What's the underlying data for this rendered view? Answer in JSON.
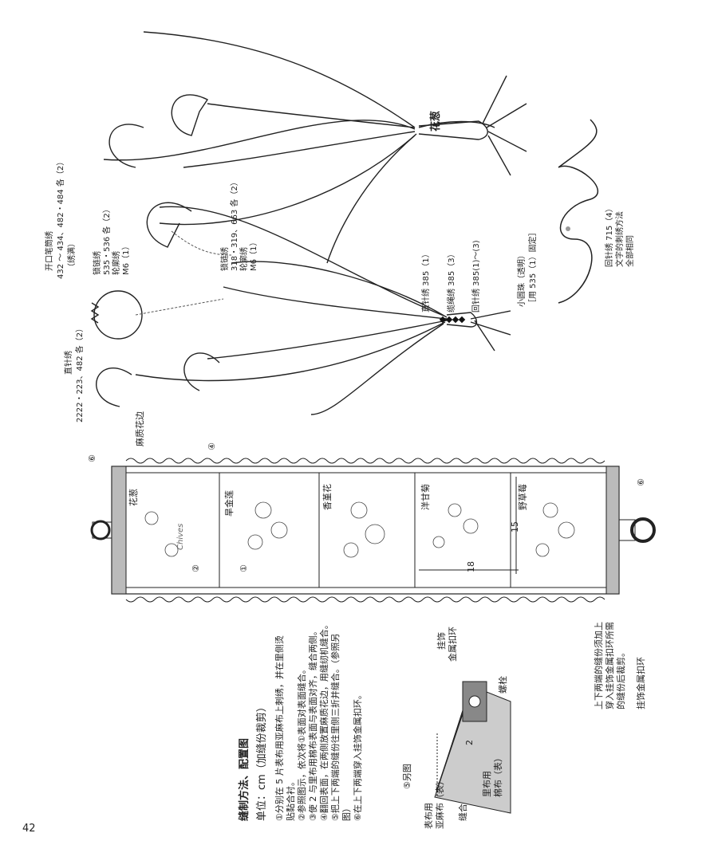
{
  "page_number": "42",
  "instructions": {
    "title": "缝制方法、配置图",
    "unit": "单位：cm（加缝份裁剪）",
    "steps": [
      "①分别在 5 片表布用亚麻布上刺绣，并在里侧烫",
      "贴黏合衬。",
      "②参照图示，依次将①表面对表面缝合。",
      "③使 2 与里布用棉布表面与表面对齐，缝合两侧。",
      "④翻回表面，在两侧放置麻质花边，用缝纫机缝合。",
      "⑤把上下两端的缝份往里侧三折并缝合。（参照另",
      "图）",
      "⑥在上下两端穿入挂饰金属扣环。"
    ]
  },
  "inset": {
    "title": "⑤另图",
    "outer_fabric": [
      "表布用",
      "亚麻布（表）"
    ],
    "seam": "缝合",
    "lining": [
      "里布用",
      "棉布（表）"
    ],
    "ring": [
      "挂饰",
      "金属扣环"
    ],
    "bolt": "螺栓",
    "dim": "2"
  },
  "banner": {
    "panels": [
      "花葱",
      "旱金莲",
      "香堇花",
      "洋甘菊",
      "野草莓"
    ],
    "lace": "麻质花边",
    "mark4": "④",
    "mark6": "⑥",
    "mark2": "②",
    "mark1": "①",
    "dim_width": "18",
    "dim_height": "15",
    "note": [
      "上下两端的缝份须加上",
      "穿入挂饰金属扣环所需",
      "的缝份后裁剪。"
    ],
    "ring_label": "挂饰金属扣环"
  },
  "chives": {
    "title": "花葱",
    "script": "Chives",
    "labels": {
      "buttonhole": [
        "开口笔筒绣",
        "432 ～ 434、482・484 各（2）",
        "（绣满）"
      ],
      "chain1": [
        "锁链绣",
        "535・536 各（2）",
        "轮廓绣",
        "M6（1）"
      ],
      "chain2": [
        "锁链绣",
        "318・319、663 各（2）",
        "轮廓绣",
        "M6（1）"
      ],
      "straight1": [
        "直针绣",
        "2222・223、482 各（2）"
      ],
      "straight2": "直针绣 385（1）",
      "cable": "缆绳绣 385（3）",
      "back": "回针绣 385(1)～(3)",
      "bead": [
        "小圆珠（透明）",
        "［用 535（1）固定］"
      ],
      "text_stitch": [
        "回针绣 715（4）",
        "文字的刺绣方法",
        "全部相同"
      ]
    }
  }
}
